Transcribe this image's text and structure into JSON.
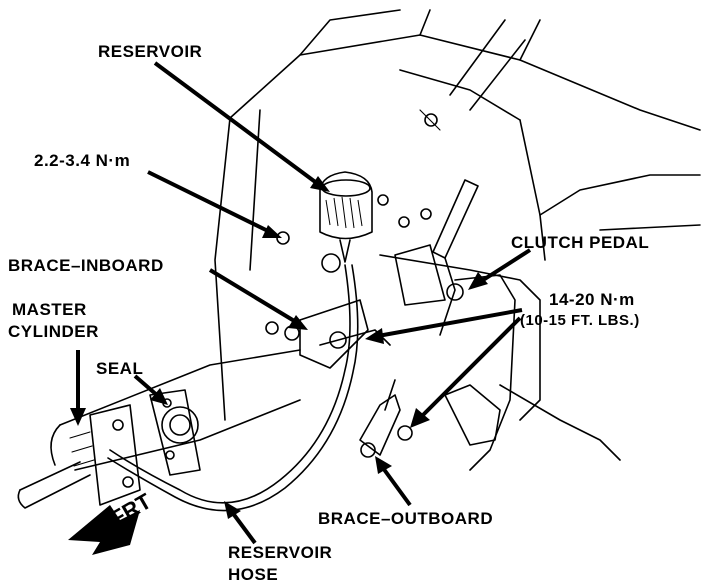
{
  "labels": {
    "reservoir": "RESERVOIR",
    "torque_small": "2.2-3.4 N·m",
    "brace_inboard": "BRACE–INBOARD",
    "clutch_pedal": "CLUTCH PEDAL",
    "torque_large_nm": "14-20 N·m",
    "torque_large_ftlbs": "(10-15 FT. LBS.)",
    "master_cylinder_line1": "MASTER",
    "master_cylinder_line2": "CYLINDER",
    "seal": "SEAL",
    "brace_outboard": "BRACE–OUTBOARD",
    "reservoir_hose_line1": "RESERVOIR",
    "reservoir_hose_line2": "HOSE",
    "front_arrow": "FRT"
  }
}
